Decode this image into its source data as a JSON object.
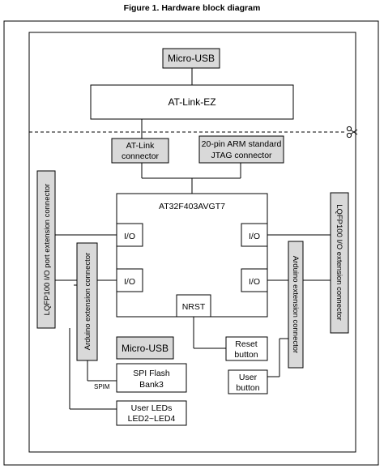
{
  "figure_title": "Figure 1. Hardware block diagram",
  "colors": {
    "gray_fill": "#d9d9d9",
    "white_fill": "#ffffff",
    "line": "#000000"
  },
  "blocks": {
    "micro_usb_top": "Micro-USB",
    "at_link_ez": "AT-Link-EZ",
    "at_link_connector": [
      "AT-Link",
      "connector"
    ],
    "jtag_connector": [
      "20-pin ARM standard",
      "JTAG connector"
    ],
    "mcu": "AT32F403AVGT7",
    "io_top_left": "I/O",
    "io_bottom_left": "I/O",
    "io_top_right": "I/O",
    "io_bottom_right": "I/O",
    "nrst": "NRST",
    "lqfp_left": "LQFP100 I/O port extension connector",
    "arduino_left": "Arduino extension connector",
    "lqfp_right": "LQFP100 I/O extension connector",
    "arduino_right": "Arduino extension connector",
    "micro_usb_bottom": "Micro-USB",
    "spi_flash": [
      "SPI Flash",
      "Bank3"
    ],
    "spim_label": "SPIM",
    "user_leds": [
      "User LEDs",
      "LED2~LED4"
    ],
    "reset_button": [
      "Reset",
      "button"
    ],
    "user_button": [
      "User",
      "button"
    ]
  },
  "icons": {
    "cut_marker": "scissors-icon"
  }
}
